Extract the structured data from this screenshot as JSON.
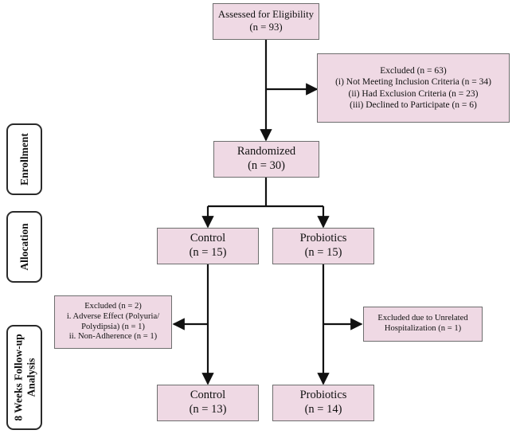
{
  "stages": {
    "enrollment": "Enrollment",
    "allocation": "Allocation",
    "followup_line1": "8 Weeks Follow-up",
    "followup_line2": "Analysis"
  },
  "boxes": {
    "assessed": {
      "label": "Assessed for Eligibility",
      "n": "(n = 93)"
    },
    "excluded_enrollment": {
      "title": "Excluded (n = 63)",
      "reasons": [
        "(i) Not Meeting Inclusion Criteria (n = 34)",
        "(ii) Had Exclusion Criteria (n = 23)",
        "(iii) Declined to Participate (n = 6)"
      ]
    },
    "randomized": {
      "label": "Randomized",
      "n": "(n = 30)"
    },
    "control_allocated": {
      "label": "Control",
      "n": "(n = 15)"
    },
    "probiotics_allocated": {
      "label": "Probiotics",
      "n": "(n = 15)"
    },
    "excluded_control": {
      "title": "Excluded (n = 2)",
      "reasons": [
        "i. Adverse Effect (Polyuria/",
        "Polydipsia) (n = 1)",
        "ii. Non-Adherence (n = 1)"
      ]
    },
    "excluded_probiotics": {
      "lines": [
        "Excluded due to Unrelated",
        "Hospitalization (n = 1)"
      ]
    },
    "control_analysis": {
      "label": "Control",
      "n": "(n = 13)"
    },
    "probiotics_analysis": {
      "label": "Probiotics",
      "n": "(n = 14)"
    }
  },
  "colors": {
    "box_fill": "#efd9e4",
    "box_border": "#6e6e6e",
    "arrow": "#111111",
    "stage_border": "#2a2a2a"
  }
}
